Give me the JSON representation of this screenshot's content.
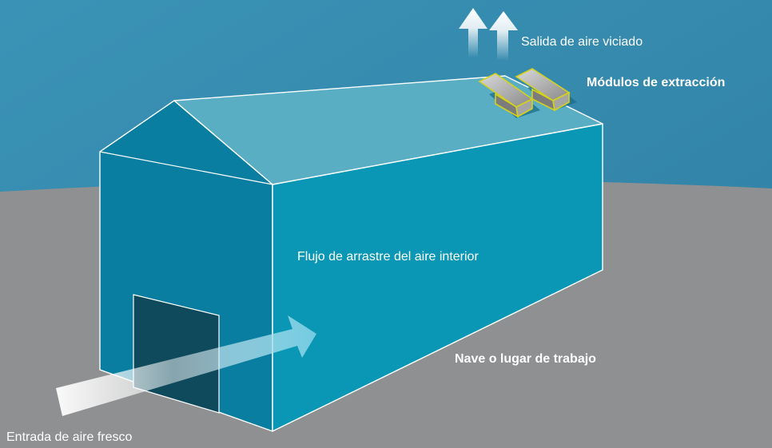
{
  "labels": {
    "exhaust_outlet": "Salida de aire viciado",
    "extraction_modules": "Módulos de extracción",
    "interior_flow": "Flujo de arrastre del aire interior",
    "workplace": "Nave o lugar de trabajo",
    "fresh_air_inlet": "Entrada de aire fresco"
  },
  "colors": {
    "sky": "#3d8eb0",
    "ground": "#8f9091",
    "roof": "#5aaec4",
    "front_wall": "#0a97b5",
    "gable_wall": "#0a7ea0",
    "door": "#0e4a5c",
    "edge": "#ffffff",
    "module_outline": "#d6d21a"
  }
}
